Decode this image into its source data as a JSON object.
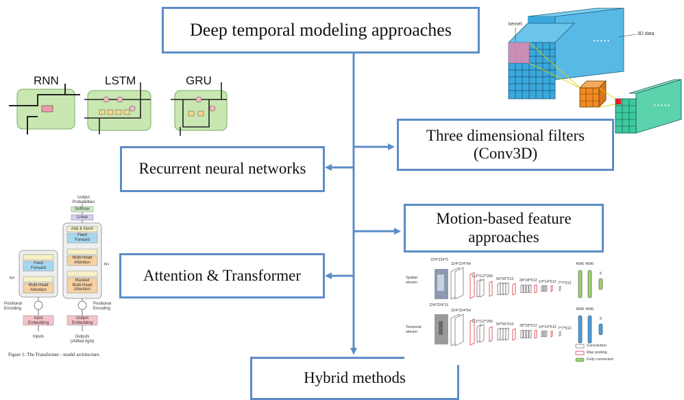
{
  "diagram": {
    "top": "Deep temporal modeling approaches",
    "rnn_box": "Recurrent neural networks",
    "attention_box": "Attention & Transformer",
    "conv3d_box": [
      "Three dimensional filters",
      "(Conv3D)"
    ],
    "motion_box": [
      "Motion-based feature",
      "approaches"
    ],
    "hybrid": "Hybrid methods"
  },
  "rnn_figure": {
    "labels": [
      "RNN",
      "LSTM",
      "GRU"
    ],
    "cell_color": "#c9e7b0"
  },
  "transformer_figure": {
    "output_probabilities": [
      "Output",
      "Probabilities"
    ],
    "softmax": "Softmax",
    "linear": "Linear",
    "add_norm": "Add & Norm",
    "feed_forward": [
      "Feed",
      "Forward"
    ],
    "multi_head": [
      "Multi-Head",
      "Attention"
    ],
    "masked": [
      "Masked",
      "Multi-Head",
      "Attention"
    ],
    "nx": "N×",
    "positional": [
      "Positional",
      "Encoding"
    ],
    "input_embedding": [
      "Input",
      "Embedding"
    ],
    "output_embedding": [
      "Output",
      "Embedding"
    ],
    "inputs": "Inputs",
    "outputs": [
      "Outputs",
      "(shifted right)"
    ],
    "caption": "Figure 1: The Transformer - model architecture."
  },
  "conv3d_figure": {
    "kernel": "kernel",
    "data": "3D data",
    "colors": {
      "cube": "#3aa8dc",
      "kernel": "#f08a24",
      "out": "#3cc9a0",
      "pink": "#e38bb0"
    }
  },
  "two_stream_figure": {
    "spatial": [
      "Spatial",
      "stream"
    ],
    "temporal": [
      "Temporal",
      "stream"
    ],
    "dims_spatial": [
      "224*224*3",
      "224*224*64",
      "112*112*256",
      "56*56*512",
      "28*28*512",
      "14*14*512",
      "7*7*512",
      "4096",
      "4096",
      "6"
    ],
    "dims_temporal": [
      "224*224*2L",
      "224*224*64",
      "112*112*256",
      "56*56*512",
      "28*28*512",
      "14*14*512",
      "7*7*512",
      "4096",
      "4096",
      "6"
    ],
    "legend": [
      "Convolution",
      "Max pooling",
      "Fully connected"
    ]
  },
  "colors": {
    "box_border": "#5b8cc6",
    "arrow": "#5b8cc6"
  }
}
